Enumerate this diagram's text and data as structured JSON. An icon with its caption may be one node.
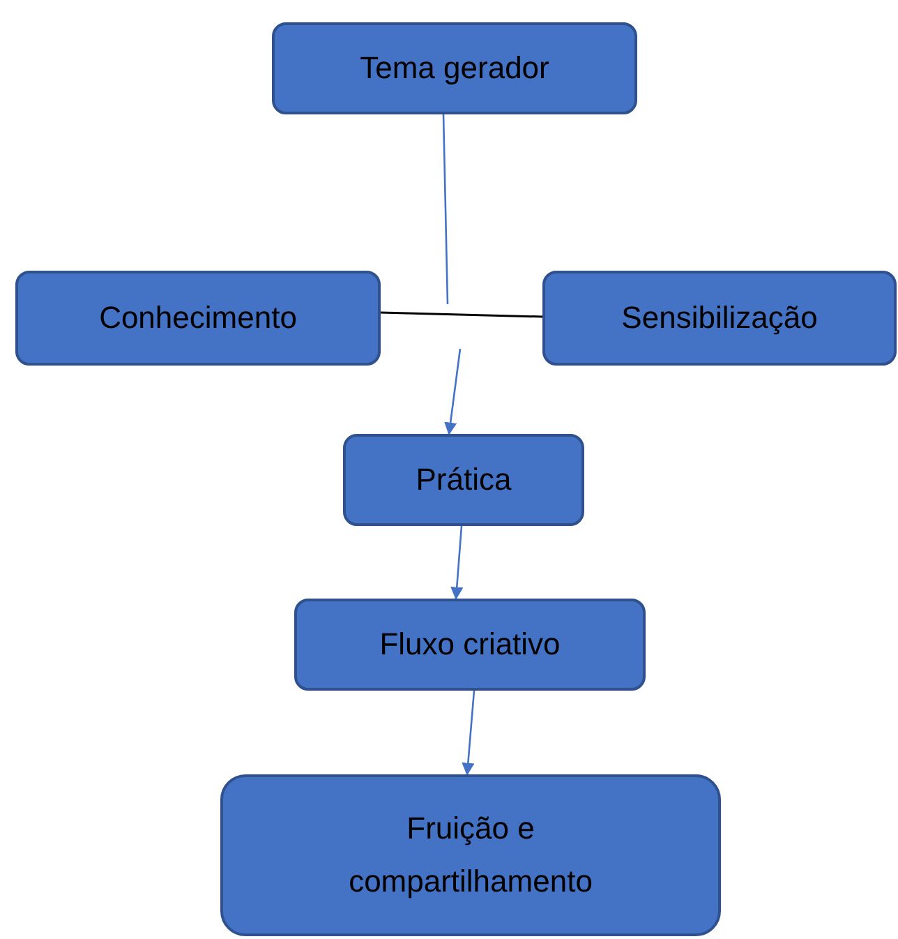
{
  "diagram": {
    "nodes": [
      {
        "text": [
          "Tema gerador"
        ]
      },
      {
        "text": [
          "Conhecimento"
        ]
      },
      {
        "text": [
          "Sensibilização"
        ]
      },
      {
        "text": [
          "Prática"
        ]
      },
      {
        "text": [
          "Fluxo criativo"
        ]
      },
      {
        "text": [
          "Fruição e compartilhamento"
        ]
      }
    ],
    "edges": [
      {
        "from": 0,
        "to": null,
        "arrow": "none"
      },
      {
        "from": 1,
        "to": 2,
        "arrow": "none",
        "color": "#000000"
      },
      {
        "from": null,
        "to": 3,
        "arrow": "to"
      },
      {
        "from": 3,
        "to": 4,
        "arrow": "to"
      },
      {
        "from": 4,
        "to": 5,
        "arrow": "to"
      }
    ]
  }
}
